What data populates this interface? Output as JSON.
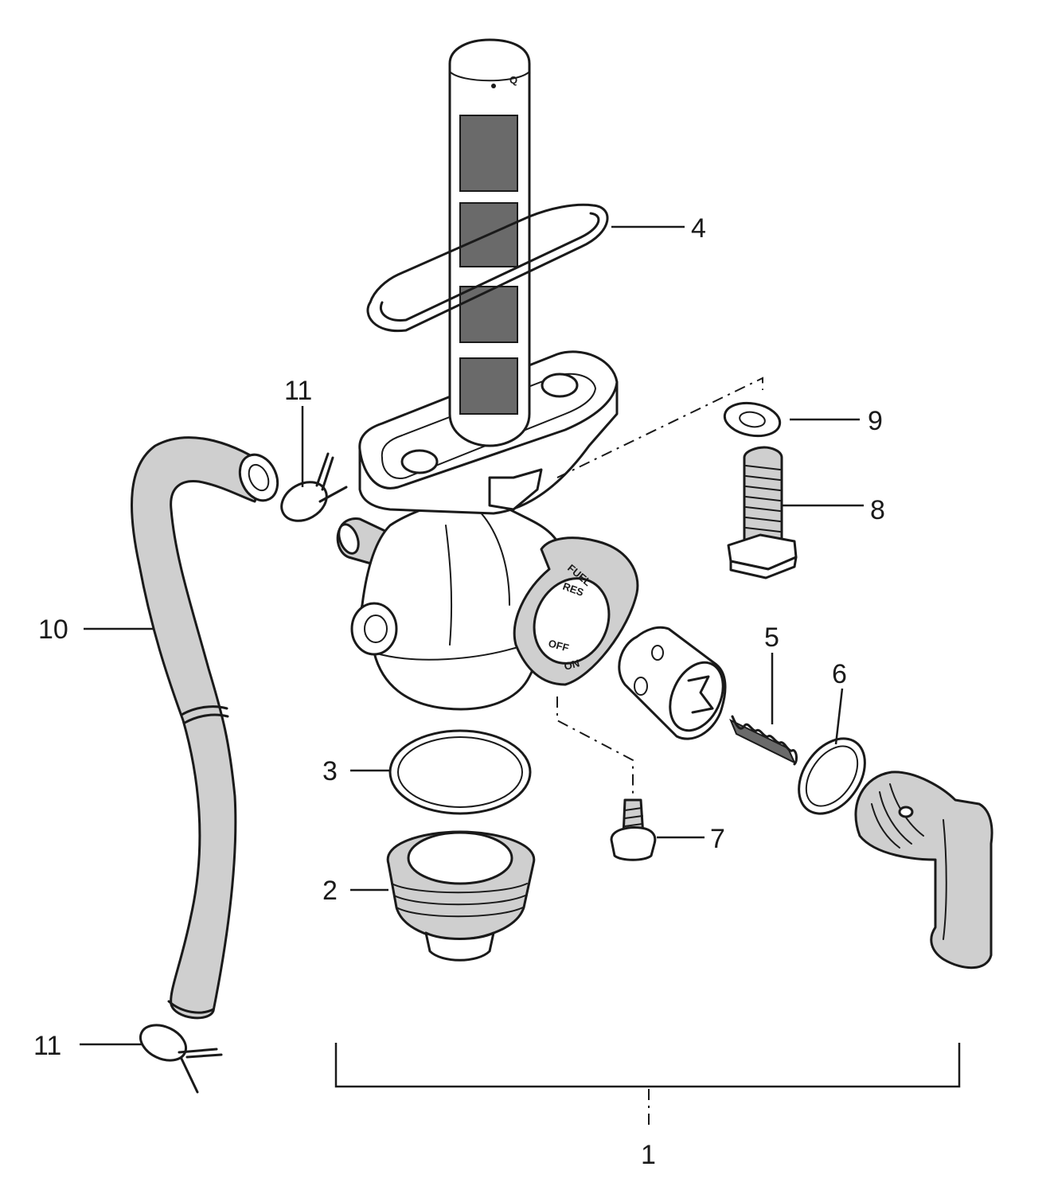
{
  "diagram": {
    "callouts": [
      {
        "id": "c1",
        "label": "1"
      },
      {
        "id": "c2",
        "label": "2"
      },
      {
        "id": "c3",
        "label": "3"
      },
      {
        "id": "c4",
        "label": "4"
      },
      {
        "id": "c5",
        "label": "5"
      },
      {
        "id": "c6",
        "label": "6"
      },
      {
        "id": "c7",
        "label": "7"
      },
      {
        "id": "c8",
        "label": "8"
      },
      {
        "id": "c9",
        "label": "9"
      },
      {
        "id": "c10",
        "label": "10"
      },
      {
        "id": "c11a",
        "label": "11"
      },
      {
        "id": "c11b",
        "label": "11"
      }
    ],
    "valve_markings": {
      "fuel": "FUEL",
      "res": "RES",
      "off": "OFF",
      "on": "ON"
    },
    "strainer_marking": "Q"
  }
}
